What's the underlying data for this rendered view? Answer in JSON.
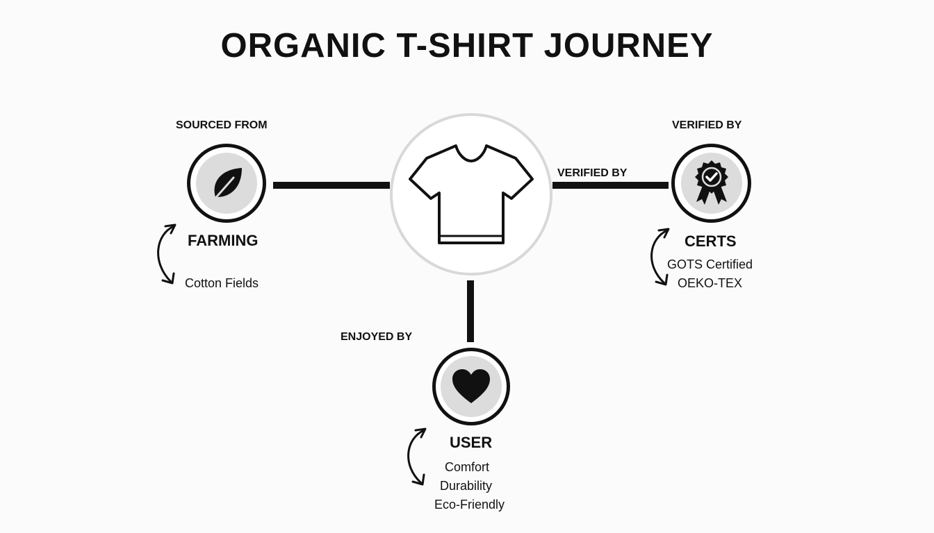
{
  "title": "ORGANIC T-SHIRT JOURNEY",
  "hub": {
    "icon": "t-shirt-icon"
  },
  "nodes": {
    "farming": {
      "relation": "SOURCED FROM",
      "title": "FARMING",
      "details": [
        "Cotton Fields"
      ],
      "icon": "leaf-icon"
    },
    "certs": {
      "relation": "VERIFIED BY",
      "connector_label": "VERIFIED BY",
      "title": "CERTS",
      "details": [
        "GOTS Certified",
        "OEKO-TEX"
      ],
      "icon": "award-badge-icon"
    },
    "user": {
      "relation": "ENJOYED BY",
      "title": "USER",
      "details": [
        "Comfort",
        "Durability",
        "Eco-Friendly"
      ],
      "icon": "heart-icon"
    }
  },
  "colors": {
    "ink": "#111111",
    "icon_fill": "#dcdcdc",
    "hub_ring": "#d8d8d8",
    "background": "#fbfbfb"
  }
}
